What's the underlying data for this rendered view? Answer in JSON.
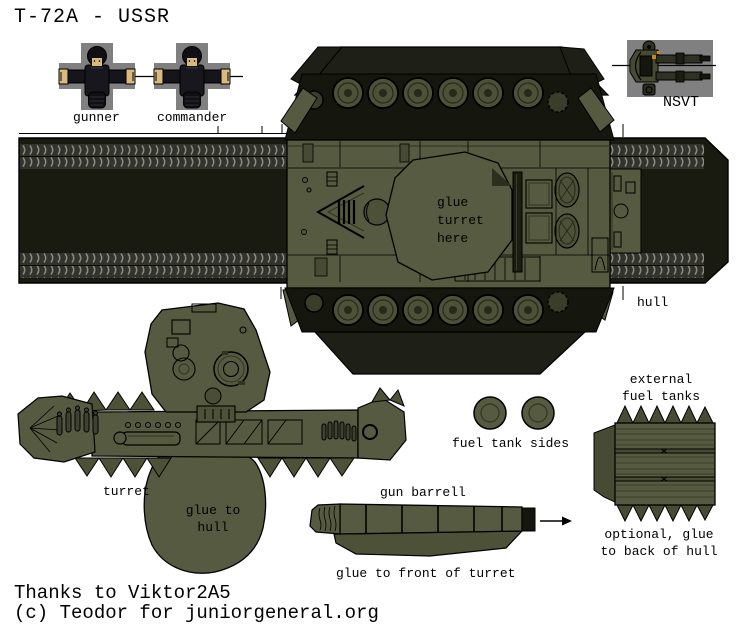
{
  "title": "T-72A - USSR",
  "crew": {
    "gunner": "gunner",
    "commander": "commander"
  },
  "nsvt_label": "NSVT",
  "hull": {
    "label": "hull",
    "glue_note": "glue\nturret\nhere"
  },
  "turret": {
    "label": "turret",
    "glue_note": "glue to\nhull"
  },
  "fuel_tanks": {
    "sides_label": "fuel tank sides",
    "external_label": "external\nfuel tanks",
    "external_note": "optional, glue\nto back of hull"
  },
  "gun_barrel": {
    "label": "gun barrell",
    "note": "glue to front of turret"
  },
  "credits": {
    "line1": "Thanks to Viktor2A5",
    "line2": "(c) Teodor for juniorgeneral.org"
  },
  "colors": {
    "olive": "#565a40",
    "olive_dark": "#474b34",
    "olive_deep": "#31341f",
    "band_black": "#191b10",
    "track_dark": "#1e1f16",
    "tread_gray": "#33332d",
    "crew_bg": "#808080",
    "skin": "#d9b97f",
    "uniform": "#15151b",
    "ammo_accent": "#c8861e",
    "outline": "#000000"
  }
}
